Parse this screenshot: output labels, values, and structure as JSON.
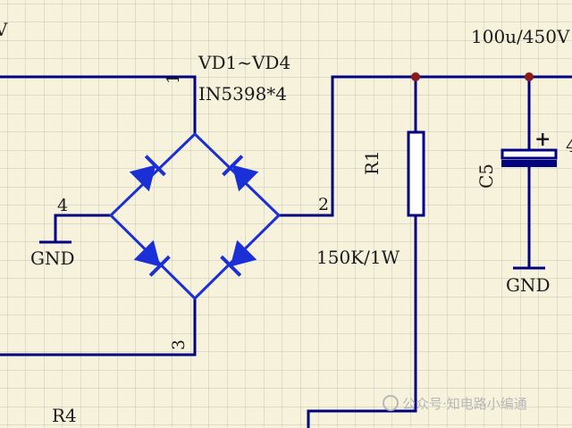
{
  "schematic": {
    "bridge": {
      "designator": "VD1~VD4",
      "part": "IN5398*4"
    },
    "pins": {
      "p1": "1",
      "p2": "2",
      "p3": "3",
      "p4": "4"
    },
    "resistor": {
      "designator": "R1",
      "value": "150K/1W"
    },
    "capacitor": {
      "designator": "C5",
      "value": "100u/450V",
      "polarity": "+"
    },
    "ground_left": "GND",
    "ground_right": "GND",
    "other_ref": "R4",
    "edge_glyph_left": "V",
    "edge_glyph_right": "4"
  },
  "watermark": {
    "text": "公众号·知电路小编通"
  },
  "colors": {
    "background": "#f6f2dc",
    "grid": "#c9c6b8",
    "wire": "#000080",
    "diode": "#1a2fd6",
    "junction": "#8b1a1a",
    "text": "#1a1a1a"
  }
}
